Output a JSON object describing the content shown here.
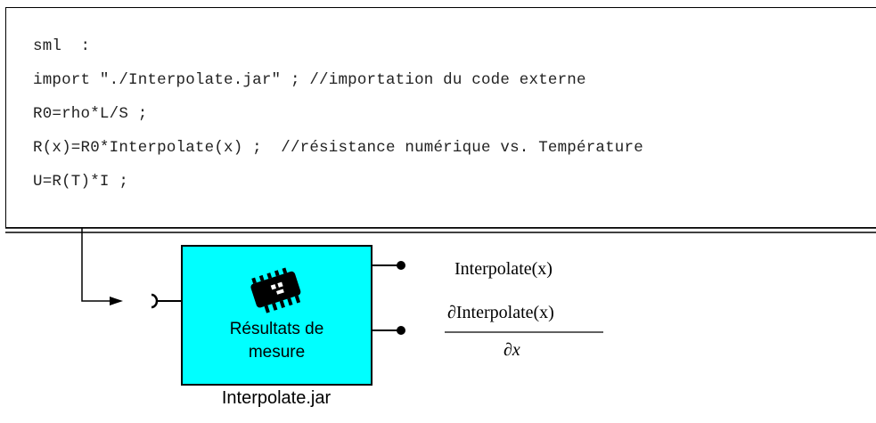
{
  "code": {
    "lines": [
      "sml  :",
      "import \"./Interpolate.jar\" ; //importation du code externe",
      "R0=rho*L/S ;",
      "R(x)=R0*Interpolate(x) ;  //résistance numérique vs. Température",
      "U=R(T)*I ;"
    ]
  },
  "module": {
    "label_line1": "Résultats de",
    "label_line2": "mesure",
    "icon": "chip-icon",
    "fill_color": "#00ffff"
  },
  "outputs": {
    "out1": "Interpolate(x)",
    "out2_numerator": "∂Interpolate(x)",
    "out2_denominator": "∂x"
  },
  "jar_label": "Interpolate.jar"
}
